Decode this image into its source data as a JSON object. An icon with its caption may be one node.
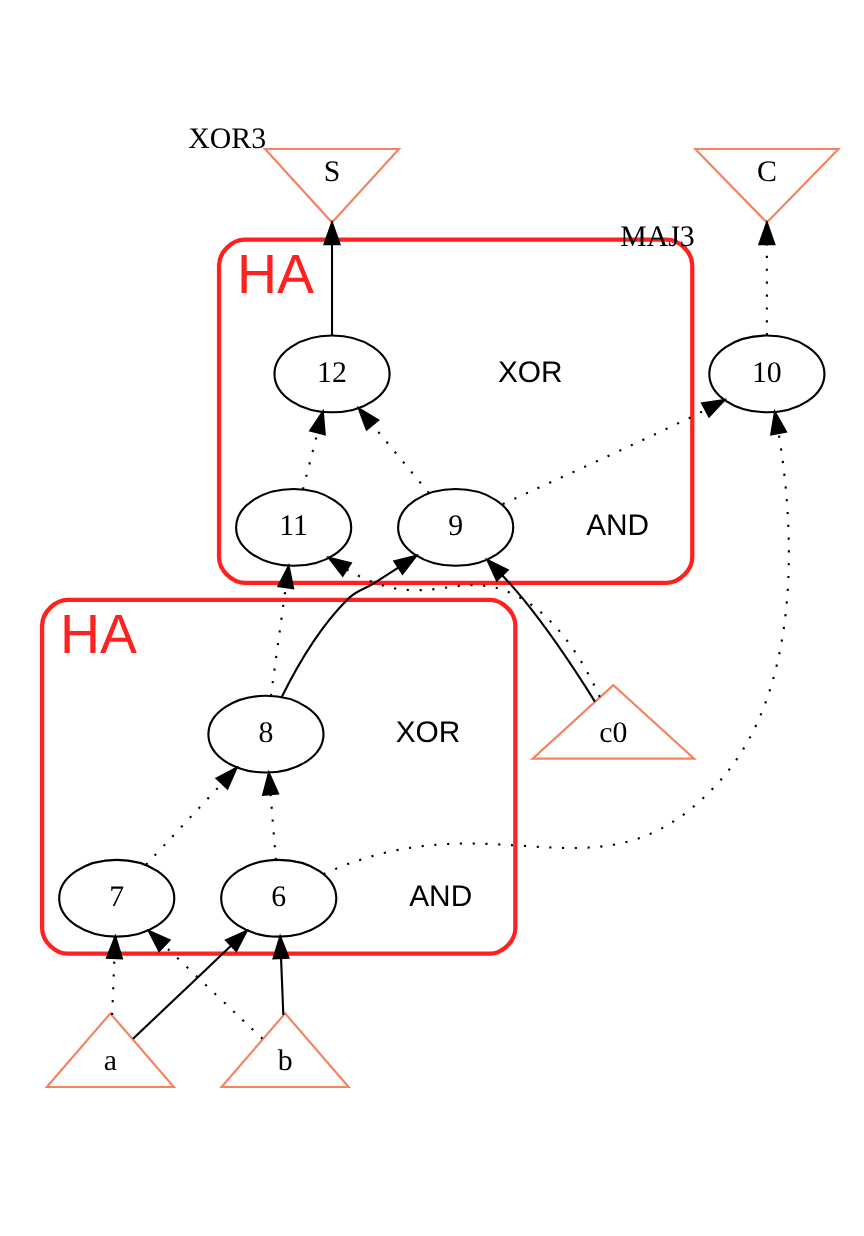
{
  "diagram": {
    "nodes": [
      {
        "text": [
          "C"
        ],
        "beside": [
          "MAJ3"
        ]
      },
      {
        "text": [
          "S"
        ],
        "beside": [
          "XOR3"
        ]
      },
      {
        "text": [
          "10"
        ]
      },
      {
        "text": [
          "HA"
        ]
      },
      {
        "text": [
          "12"
        ],
        "in": 3,
        "beside": [
          "XOR"
        ]
      },
      {
        "text": [
          "9"
        ],
        "in": 3,
        "beside": [
          "AND"
        ]
      },
      {
        "text": [
          "11"
        ],
        "in": 3
      },
      {
        "text": [
          "HA"
        ]
      },
      {
        "text": [
          "8"
        ],
        "in": 7,
        "beside": [
          "XOR"
        ]
      },
      {
        "text": [
          "6"
        ],
        "in": 7,
        "beside": [
          "AND"
        ]
      },
      {
        "text": [
          "7"
        ],
        "in": 7
      },
      {
        "text": [
          "a"
        ]
      },
      {
        "text": [
          "b"
        ]
      },
      {
        "text": [
          "c0"
        ]
      }
    ],
    "edges": [
      {
        "from": 2,
        "to": 0,
        "arrow": "to",
        "style": "dashed"
      },
      {
        "from": 4,
        "to": 1,
        "arrow": "to"
      },
      {
        "from": 9,
        "to": 2,
        "arrow": "to",
        "style": "dashed"
      },
      {
        "from": 5,
        "to": 2,
        "arrow": "to",
        "style": "dashed"
      },
      {
        "from": 5,
        "to": 4,
        "arrow": "to",
        "style": "dashed"
      },
      {
        "from": 6,
        "to": 4,
        "arrow": "to",
        "style": "dashed"
      },
      {
        "from": 8,
        "to": 5,
        "arrow": "to"
      },
      {
        "from": 13,
        "to": 5,
        "arrow": "to"
      },
      {
        "from": 8,
        "to": 6,
        "arrow": "to",
        "style": "dashed"
      },
      {
        "from": 13,
        "to": 6,
        "arrow": "to",
        "style": "dashed"
      },
      {
        "from": 9,
        "to": 8,
        "arrow": "to",
        "style": "dashed"
      },
      {
        "from": 10,
        "to": 8,
        "arrow": "to",
        "style": "dashed"
      },
      {
        "from": 11,
        "to": 9,
        "arrow": "to"
      },
      {
        "from": 12,
        "to": 9,
        "arrow": "to"
      },
      {
        "from": 11,
        "to": 10,
        "arrow": "to",
        "style": "dashed"
      },
      {
        "from": 12,
        "to": 10,
        "arrow": "to",
        "style": "dashed"
      }
    ]
  }
}
